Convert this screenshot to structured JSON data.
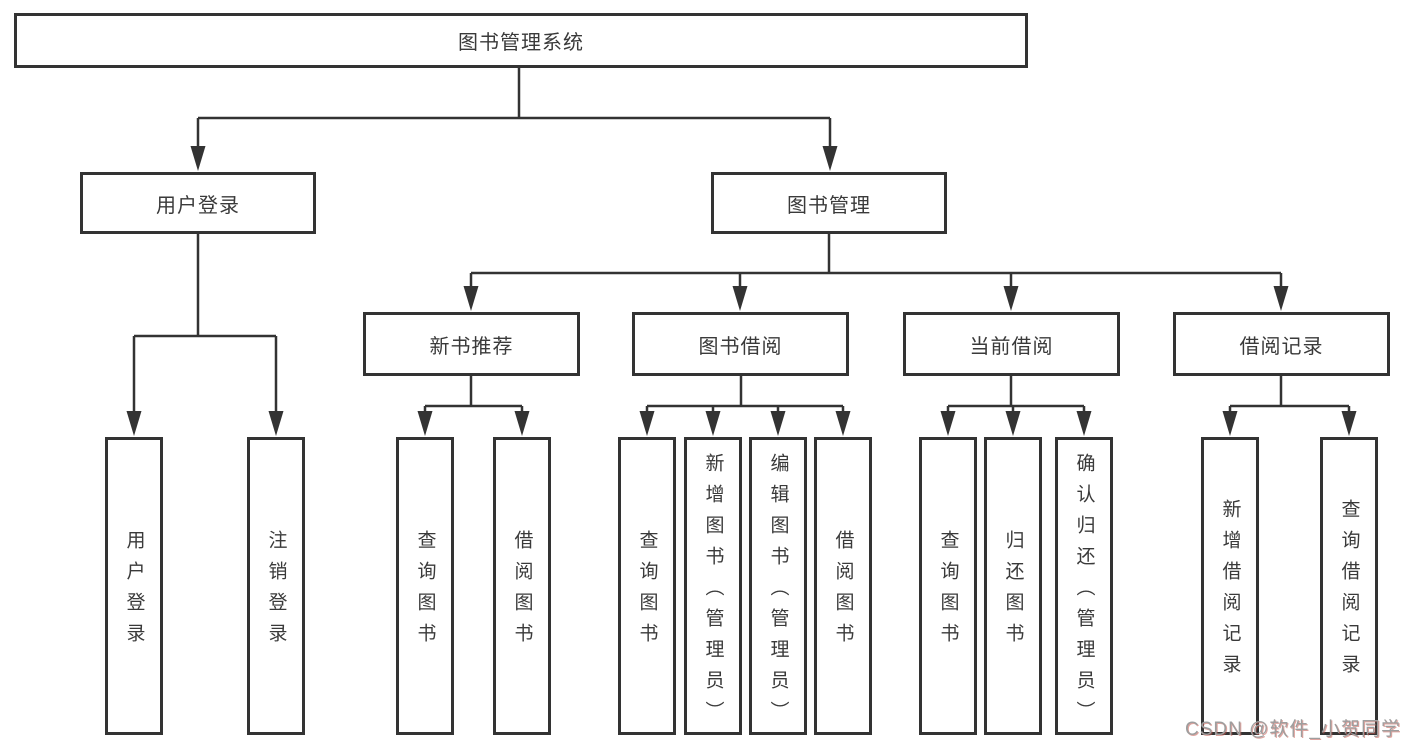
{
  "diagram": {
    "root": {
      "label": "图书管理系统"
    },
    "branches": [
      {
        "label": "用户登录"
      },
      {
        "label": "图书管理"
      }
    ],
    "modules": [
      {
        "label": "新书推荐"
      },
      {
        "label": "图书借阅"
      },
      {
        "label": "当前借阅"
      },
      {
        "label": "借阅记录"
      }
    ],
    "functions": [
      {
        "label": "用户登录"
      },
      {
        "label": "注销登录"
      },
      {
        "label": "查询图书"
      },
      {
        "label": "借阅图书"
      },
      {
        "label": "查询图书"
      },
      {
        "label": "新增图书（管理员）"
      },
      {
        "label": "编辑图书（管理员）"
      },
      {
        "label": "借阅图书"
      },
      {
        "label": "查询图书"
      },
      {
        "label": "归还图书"
      },
      {
        "label": "确认归还（管理员）"
      },
      {
        "label": "新增借阅记录"
      },
      {
        "label": "查询借阅记录"
      }
    ]
  },
  "watermark": {
    "text": "CSDN @软件_小贺同学"
  },
  "colors": {
    "line": "#333333",
    "box_border": "#333333",
    "text": "#3a3a3a",
    "background": "#ffffff",
    "watermark_text": "#9e9e9e",
    "watermark_shadow": "#c55a50"
  }
}
